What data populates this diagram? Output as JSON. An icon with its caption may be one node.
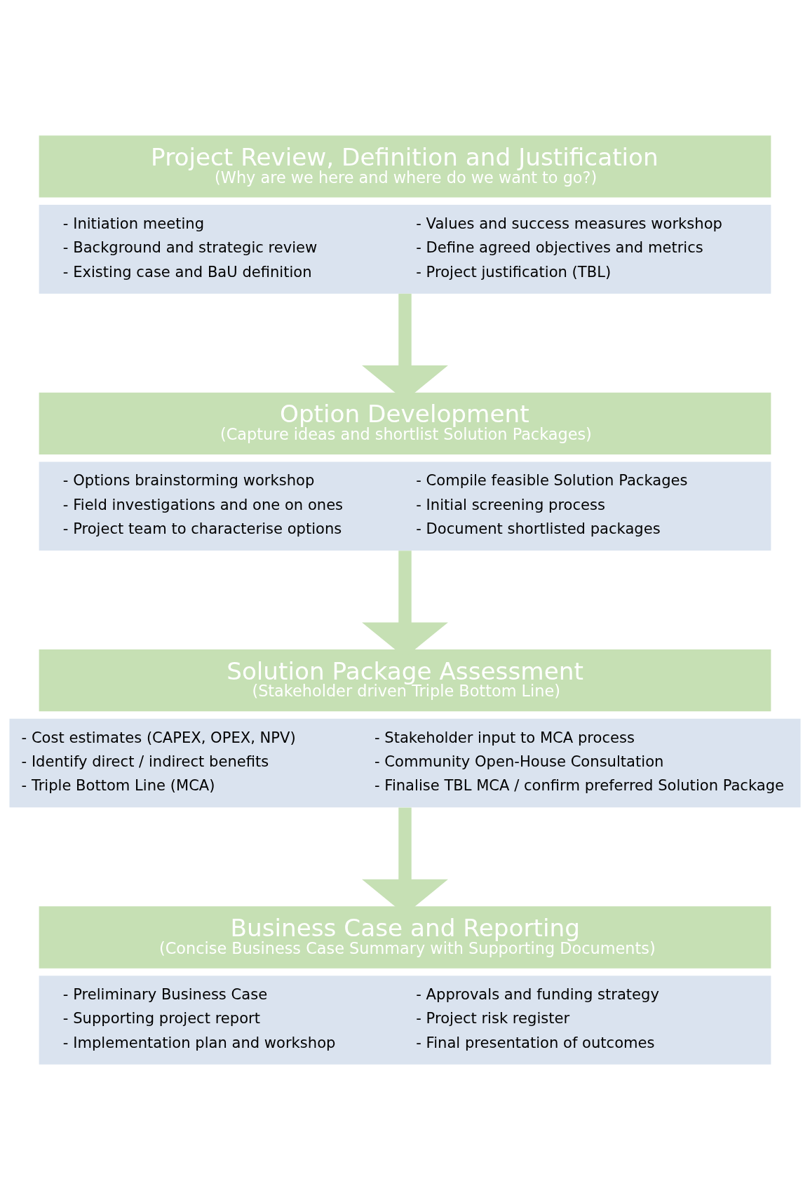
{
  "diagram": {
    "nodes": [
      {
        "text": [
          "Project Review, Definition and Justification",
          "(Why are we here and where do we want to go?)"
        ]
      },
      {
        "text": [
          "- Initiation meeting",
          "- Background and strategic review",
          "- Existing case and BaU definition",
          "- Values and success measures workshop",
          "- Define agreed objectives and metrics",
          "- Project justification (TBL)"
        ]
      },
      {
        "text": [
          "Option Development",
          "(Capture ideas and shortlist Solution Packages)"
        ]
      },
      {
        "text": [
          "- Options brainstorming workshop",
          "- Field investigations and one on ones",
          "- Project team to characterise options",
          "- Compile feasible Solution Packages",
          "- Initial screening process",
          "- Document shortlisted packages"
        ]
      },
      {
        "text": [
          "Solution Package Assessment",
          "(Stakeholder driven Triple Bottom Line)"
        ]
      },
      {
        "text": [
          "- Cost estimates (CAPEX, OPEX, NPV)",
          "- Identify direct / indirect benefits",
          "- Triple Bottom Line (MCA)",
          "- Stakeholder input to MCA process",
          "- Community Open-House Consultation",
          "- Finalise TBL MCA / confirm preferred Solution Package"
        ]
      },
      {
        "text": [
          "Business Case and Reporting",
          "(Concise Business Case Summary with Supporting Documents)"
        ]
      },
      {
        "text": [
          "- Preliminary Business Case",
          "- Supporting project report",
          "- Implementation plan and workshop",
          "- Approvals and funding strategy",
          "- Project risk register",
          "- Final presentation of outcomes"
        ]
      }
    ],
    "edges": [
      {
        "from": 1,
        "to": 2,
        "arrow": "to"
      },
      {
        "from": 3,
        "to": 4,
        "arrow": "to"
      },
      {
        "from": 5,
        "to": 6,
        "arrow": "to"
      }
    ]
  }
}
